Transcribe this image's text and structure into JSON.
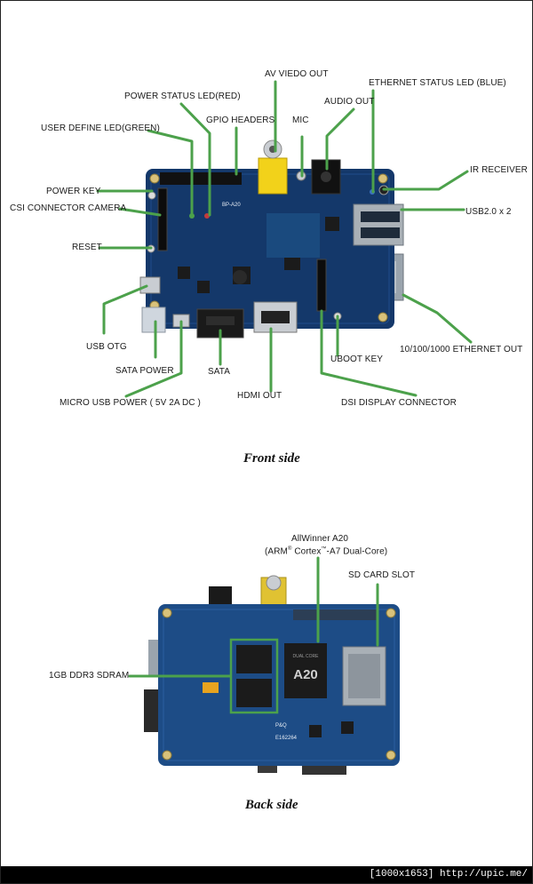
{
  "colors": {
    "board": "#14386a",
    "board_light": "#1f4d8c",
    "leader": "#4ca14b",
    "ethernet": "#9aa4ad",
    "metal": "#c9cdd2",
    "yellow": "#f2d21a",
    "chip": "#1b1b1b"
  },
  "front": {
    "caption": "Front side",
    "labels": {
      "av_video_out": "AV VIEDO OUT",
      "ethernet_status_led": "ETHERNET STATUS LED (BLUE)",
      "power_status_led": "POWER STATUS LED(RED)",
      "audio_out": "AUDIO OUT",
      "gpio_headers": "GPIO HEADERS",
      "mic": "MIC",
      "user_define_led": "USER DEFINE LED(GREEN)",
      "ir_receiver": "IR RECEIVER",
      "power_key": "POWER KEY",
      "csi_connector": "CSI CONNECTOR CAMERA",
      "usb2": "USB2.0 x 2",
      "reset": "RESET",
      "usb_otg": "USB OTG",
      "ethernet_out": "10/100/1000 ETHERNET OUT",
      "sata_power": "SATA POWER",
      "uboot_key": "UBOOT KEY",
      "sata": "SATA",
      "micro_usb_power": "MICRO USB POWER ( 5V 2A DC )",
      "hdmi_out": "HDMI OUT",
      "dsi_display": "DSI DISPLAY CONNECTOR"
    },
    "board_print": "BP-A20"
  },
  "back": {
    "caption": "Back side",
    "labels": {
      "soc_line1": "AllWinner A20",
      "soc_line2_a": "(ARM",
      "soc_line2_reg": "®",
      "soc_line2_b": " Cortex",
      "soc_line2_tm": "™",
      "soc_line2_c": "-A7 Dual-Core)",
      "sd_card_slot": "SD CARD SLOT",
      "sdram": "1GB DDR3 SDRAM"
    },
    "chip_text": "A20",
    "chip_subtext": "DUAL CORE",
    "board_print_1": "P&Q",
    "board_print_2": "E162264"
  },
  "footer": {
    "text": "[1000x1653] http://upic.me/"
  }
}
